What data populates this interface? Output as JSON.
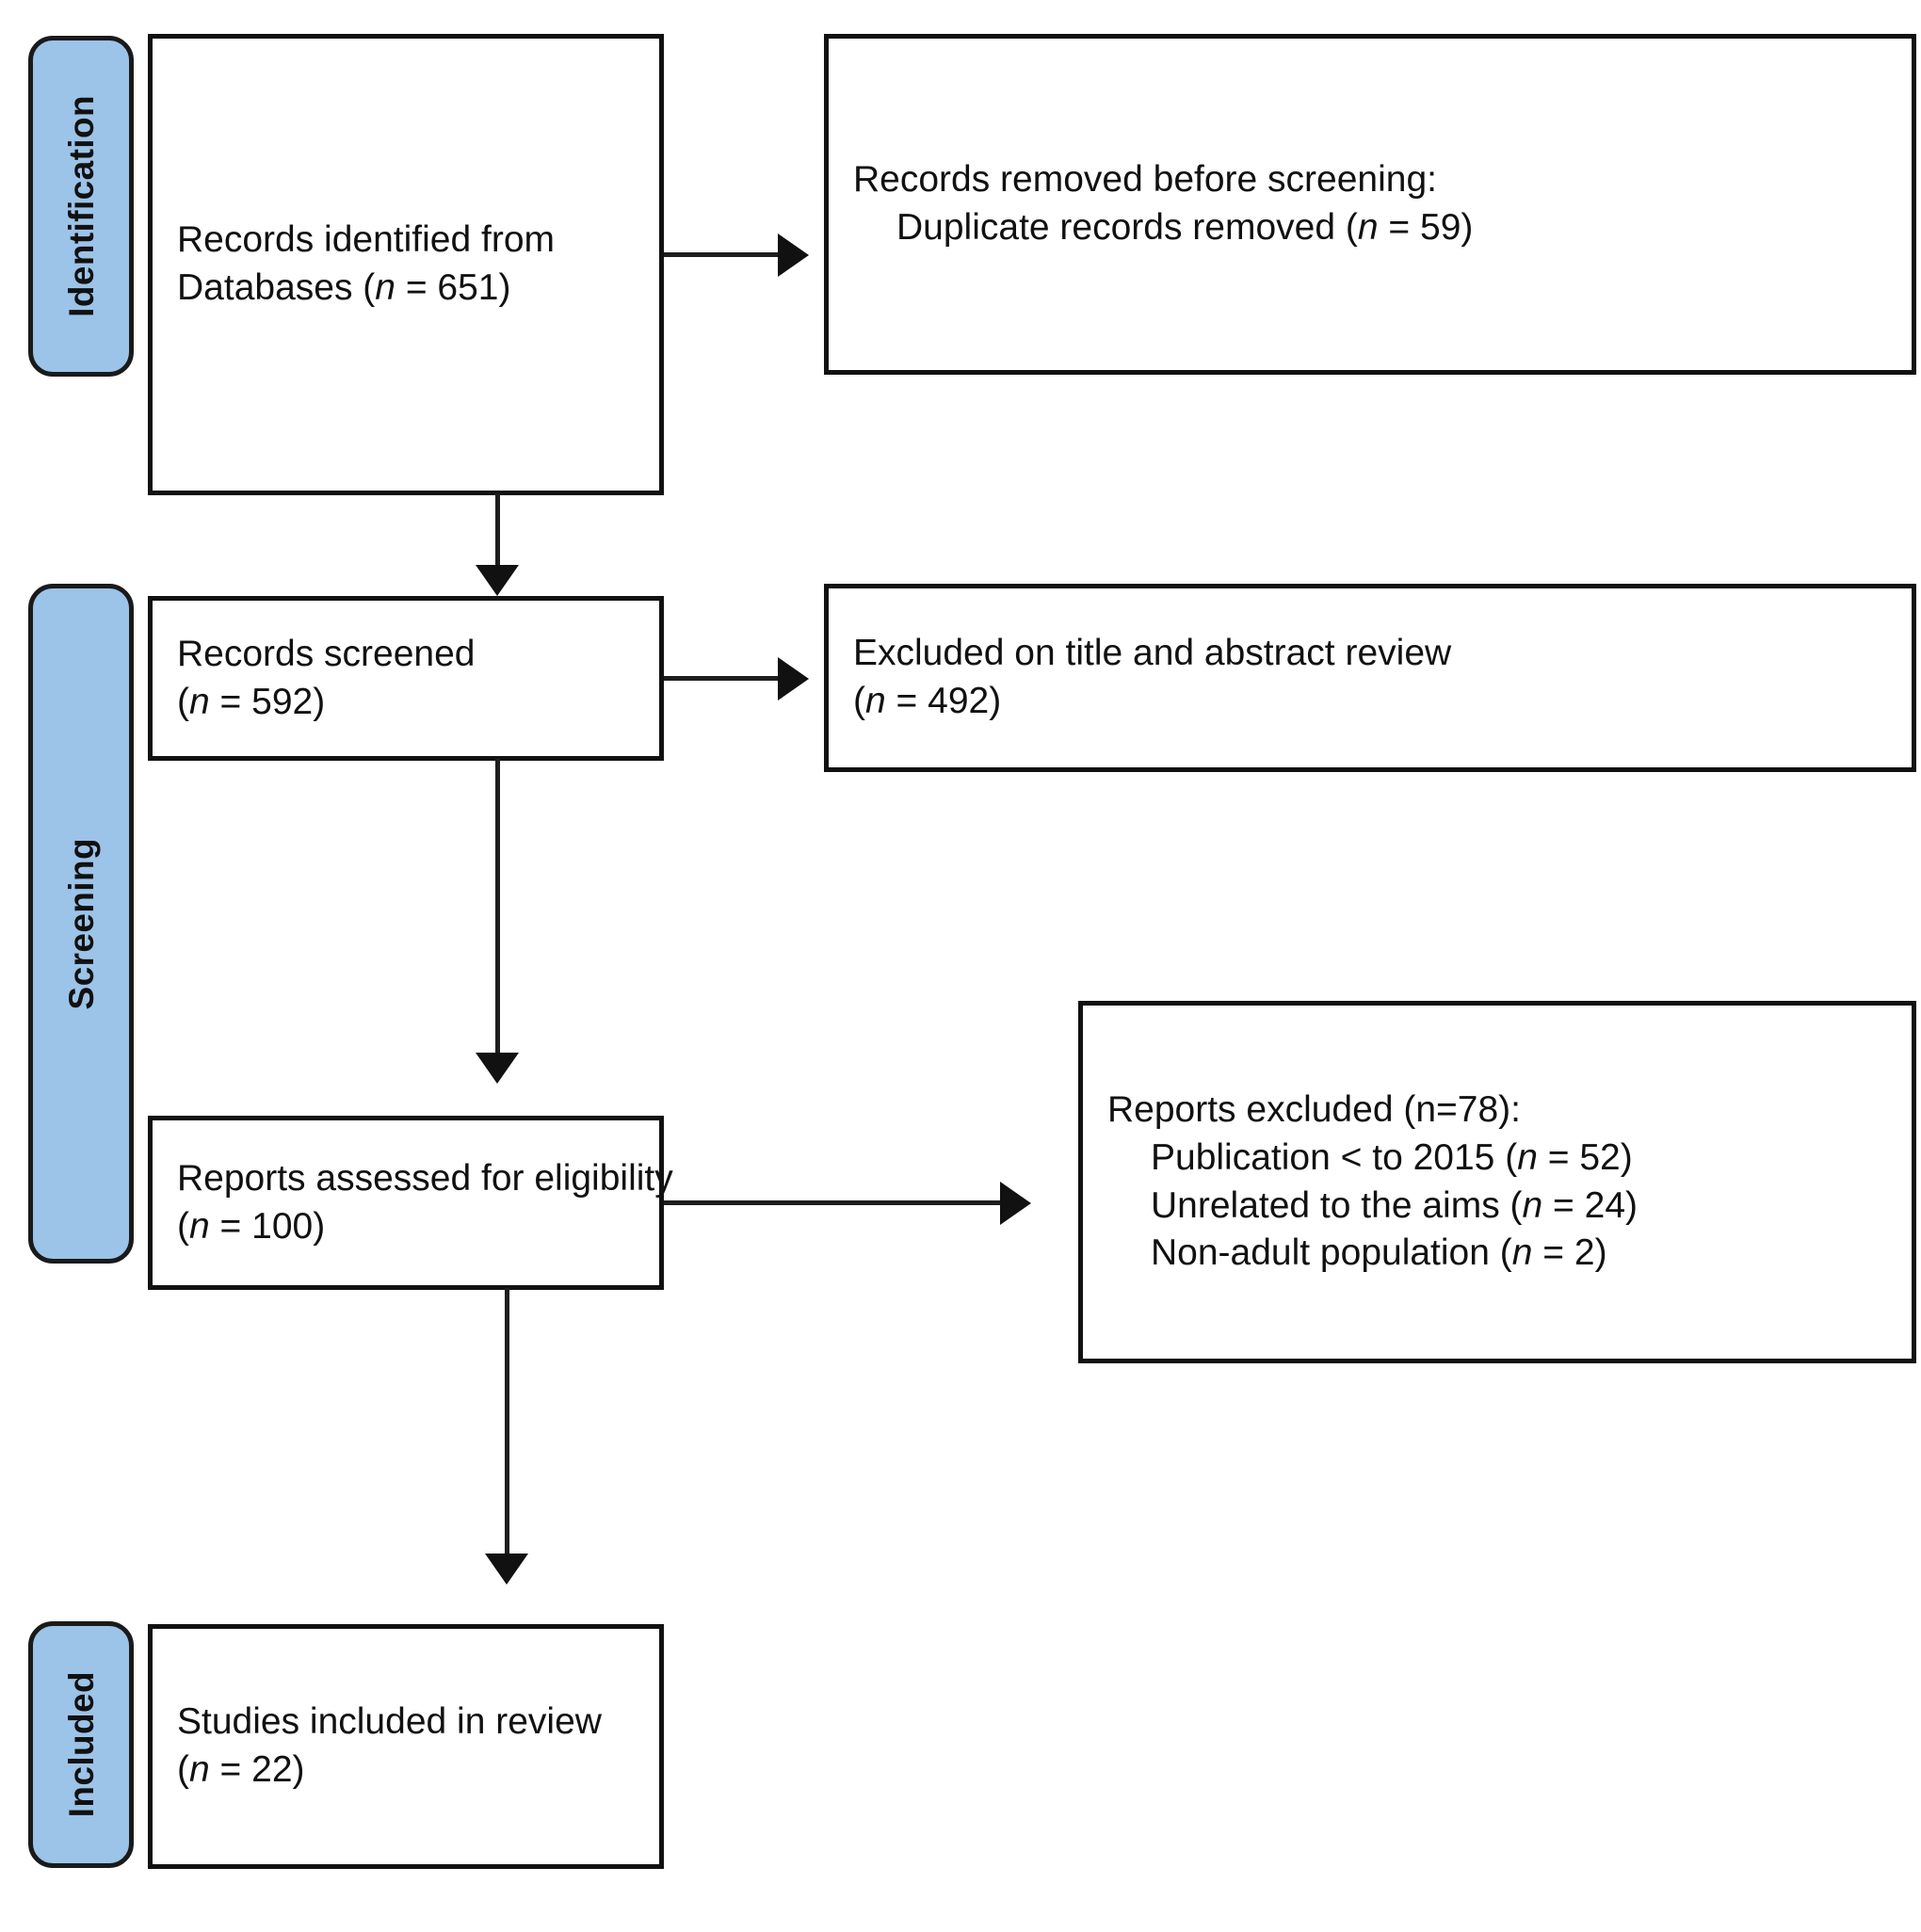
{
  "diagram": {
    "title": "PRISMA flow diagram",
    "accent_color": "#9cc3e8",
    "border_color": "#111111",
    "background_color": "#ffffff"
  },
  "phases": [
    {
      "id": "identification",
      "label": "Identification"
    },
    {
      "id": "screening",
      "label": "Screening"
    },
    {
      "id": "included",
      "label": "Included"
    }
  ],
  "boxes": {
    "identified": {
      "line1": "Records identified from",
      "line2_pre": "Databases (",
      "line2_n": "n",
      "line2_post": " = 651)"
    },
    "removed": {
      "line1": "Records removed before screening:",
      "line2_pre": "Duplicate records removed (",
      "line2_n": "n",
      "line2_post": " = 59)"
    },
    "screened": {
      "line1": "Records screened",
      "line2_pre": "(",
      "line2_n": "n",
      "line2_post": " = 592)"
    },
    "excluded_title_abstract": {
      "line1": "Excluded on title and abstract review",
      "line2_pre": "(",
      "line2_n": "n",
      "line2_post": " = 492)"
    },
    "eligibility": {
      "line1": "Reports assessed for eligibility",
      "line2_pre": "(",
      "line2_n": "n",
      "line2_post": " = 100)"
    },
    "reports_excluded": {
      "heading": "Reports excluded (n=78):",
      "reason1_pre": "Publication < to 2015 (",
      "reason1_n": "n",
      "reason1_post": " = 52)",
      "reason2_pre": "Unrelated to the aims (",
      "reason2_n": "n",
      "reason2_post": " = 24)",
      "reason3_pre": "Non-adult population (",
      "reason3_n": "n",
      "reason3_post": " = 2)"
    },
    "included": {
      "line1": "Studies included in review",
      "line2_pre": "(",
      "line2_n": "n",
      "line2_post": " = 22)"
    }
  },
  "chart_data": {
    "type": "diagram",
    "title": "PRISMA flow diagram",
    "nodes": [
      {
        "id": "identified",
        "phase": "Identification",
        "label": "Records identified from Databases",
        "n": 651
      },
      {
        "id": "removed",
        "phase": "Identification",
        "label": "Records removed before screening: Duplicate records removed",
        "n": 59
      },
      {
        "id": "screened",
        "phase": "Screening",
        "label": "Records screened",
        "n": 592
      },
      {
        "id": "excluded_title_abstract",
        "phase": "Screening",
        "label": "Excluded on title and abstract review",
        "n": 492
      },
      {
        "id": "eligibility",
        "phase": "Screening",
        "label": "Reports assessed for eligibility",
        "n": 100
      },
      {
        "id": "reports_excluded",
        "phase": "Screening",
        "label": "Reports excluded",
        "n": 78,
        "breakdown": [
          {
            "label": "Publication < to 2015",
            "n": 52
          },
          {
            "label": "Unrelated to the aims",
            "n": 24
          },
          {
            "label": "Non-adult population",
            "n": 2
          }
        ]
      },
      {
        "id": "included",
        "phase": "Included",
        "label": "Studies included in review",
        "n": 22
      }
    ],
    "edges": [
      {
        "from": "identified",
        "to": "removed",
        "direction": "right"
      },
      {
        "from": "identified",
        "to": "screened",
        "direction": "down"
      },
      {
        "from": "screened",
        "to": "excluded_title_abstract",
        "direction": "right"
      },
      {
        "from": "screened",
        "to": "eligibility",
        "direction": "down"
      },
      {
        "from": "eligibility",
        "to": "reports_excluded",
        "direction": "right"
      },
      {
        "from": "eligibility",
        "to": "included",
        "direction": "down"
      }
    ]
  }
}
